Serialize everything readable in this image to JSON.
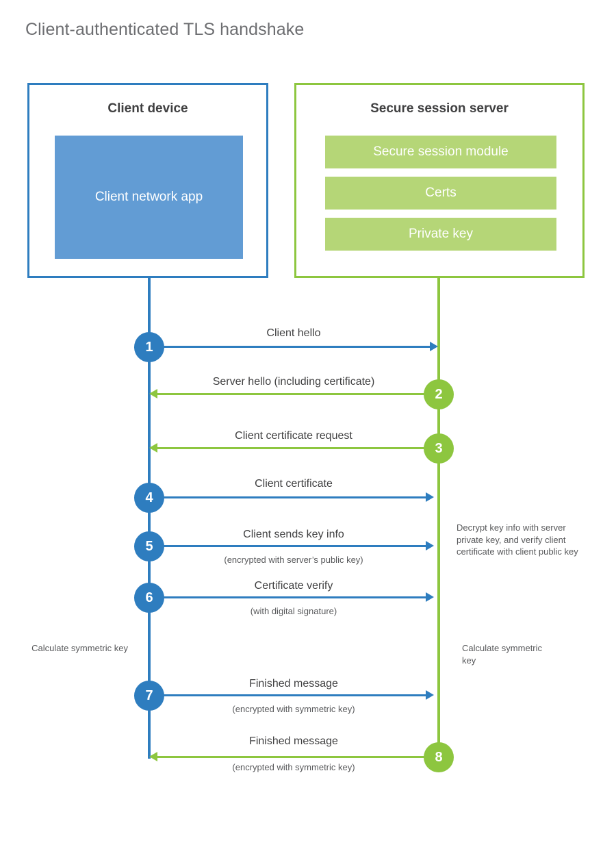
{
  "title": "Client-authenticated TLS handshake",
  "colors": {
    "client_blue": "#2E7DBF",
    "client_app_fill": "#629CD4",
    "server_green": "#8DC63F",
    "server_bar_fill": "#B5D677",
    "title_gray": "#6D6E71",
    "text_dark": "#404041",
    "text_muted": "#58595B",
    "background": "#FFFFFF"
  },
  "client": {
    "title": "Client device",
    "app_label": "Client network app"
  },
  "server": {
    "title": "Secure session server",
    "components": [
      "Secure session module",
      "Certs",
      "Private key"
    ]
  },
  "steps": [
    {
      "number": "1",
      "origin": "client",
      "direction": "right",
      "label": "Client hello",
      "sublabel": ""
    },
    {
      "number": "2",
      "origin": "server",
      "direction": "left",
      "label": "Server hello (including certificate)",
      "sublabel": ""
    },
    {
      "number": "3",
      "origin": "server",
      "direction": "left",
      "label": "Client certificate request",
      "sublabel": ""
    },
    {
      "number": "4",
      "origin": "client",
      "direction": "right",
      "label": "Client certificate",
      "sublabel": ""
    },
    {
      "number": "5",
      "origin": "client",
      "direction": "right",
      "label": "Client sends key info",
      "sublabel": "(encrypted with server’s public key)"
    },
    {
      "number": "6",
      "origin": "client",
      "direction": "right",
      "label": "Certificate verify",
      "sublabel": "(with digital signature)"
    },
    {
      "number": "7",
      "origin": "client",
      "direction": "right",
      "label": "Finished message",
      "sublabel": "(encrypted with symmetric key)"
    },
    {
      "number": "8",
      "origin": "server",
      "direction": "left",
      "label": "Finished message",
      "sublabel": "(encrypted with symmetric key)"
    }
  ],
  "notes": {
    "server_decrypt": "Decrypt key info with server private key, and verify client certificate with client public key",
    "client_calculate": "Calculate symmetric key",
    "server_calculate": "Calculate symmetric key"
  }
}
